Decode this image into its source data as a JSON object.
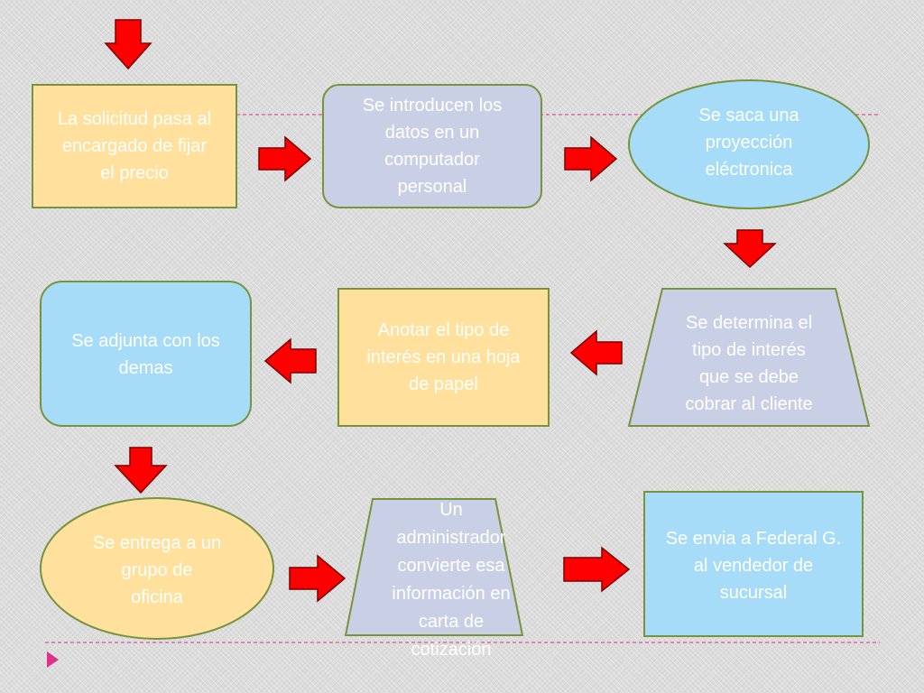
{
  "colors": {
    "yellow_fill": "#ffe09c",
    "yellow_stroke": "#77933c",
    "lavender_fill": "#c9d0e6",
    "blue_fill": "#a6dcf8",
    "arrow_fill": "#ff0000",
    "arrow_stroke": "#7a0000",
    "guide_line": "#e0308a"
  },
  "nodes": {
    "n1": "La solicitud pasa al\nencargado de fijar\nel precio",
    "n2": "Se introducen los\ndatos en un\ncomputador\npersonal",
    "n3": "Se saca una\nproyección\neléctronica",
    "n4": "Se determina el\ntipo de interés\nque se debe\ncobrar al cliente",
    "n5": "Anotar el tipo de\ninterés en una hoja\nde papel",
    "n6": "Se adjunta con los\ndemas",
    "n7": "Se entrega a un\ngrupo de\noficina",
    "n8": "Un\nadministrador\nconvierte esa\ninformación en\ncarta de\ncotización",
    "n9": "Se envia a Federal G.\nal vendedor de\nsucursal"
  },
  "slide_nav": {
    "icon": "play-triangle-icon"
  }
}
